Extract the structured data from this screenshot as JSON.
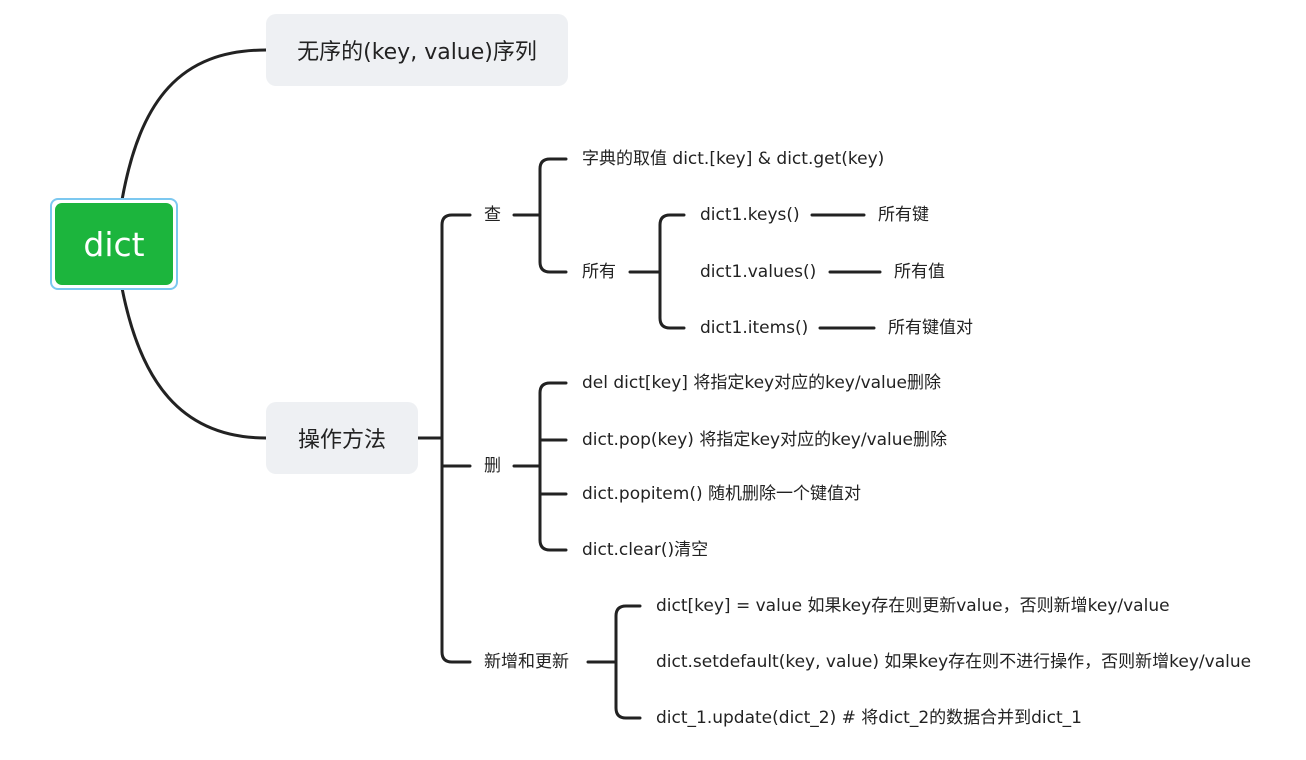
{
  "root": {
    "label": "dict"
  },
  "topic_unordered": {
    "label": "无序的(key, value)序列"
  },
  "topic_ops": {
    "label": "操作方法"
  },
  "query": {
    "label": "查",
    "get_value": "字典的取值 dict.[key] & dict.get(key)",
    "all": {
      "label": "所有",
      "keys": {
        "method": "dict1.keys()",
        "meaning": "所有键"
      },
      "values": {
        "method": "dict1.values()",
        "meaning": "所有值"
      },
      "items": {
        "method": "dict1.items()",
        "meaning": "所有键值对"
      }
    }
  },
  "delete": {
    "label": "删",
    "items": [
      "del dict[key] 将指定key对应的key/value删除",
      "dict.pop(key) 将指定key对应的key/value删除",
      "dict.popitem() 随机删除一个键值对",
      "dict.clear()清空"
    ]
  },
  "add_update": {
    "label": "新增和更新",
    "items": [
      "dict[key] = value 如果key存在则更新value，否则新增key/value",
      "dict.setdefault(key, value) 如果key存在则不进行操作，否则新增key/value",
      "dict_1.update(dict_2) # 将dict_2的数据合并到dict_1"
    ]
  },
  "colors": {
    "root_fill": "#1cb53d",
    "root_border": "#7cc8f0",
    "topic_fill": "#eef0f3",
    "line": "#222222"
  }
}
